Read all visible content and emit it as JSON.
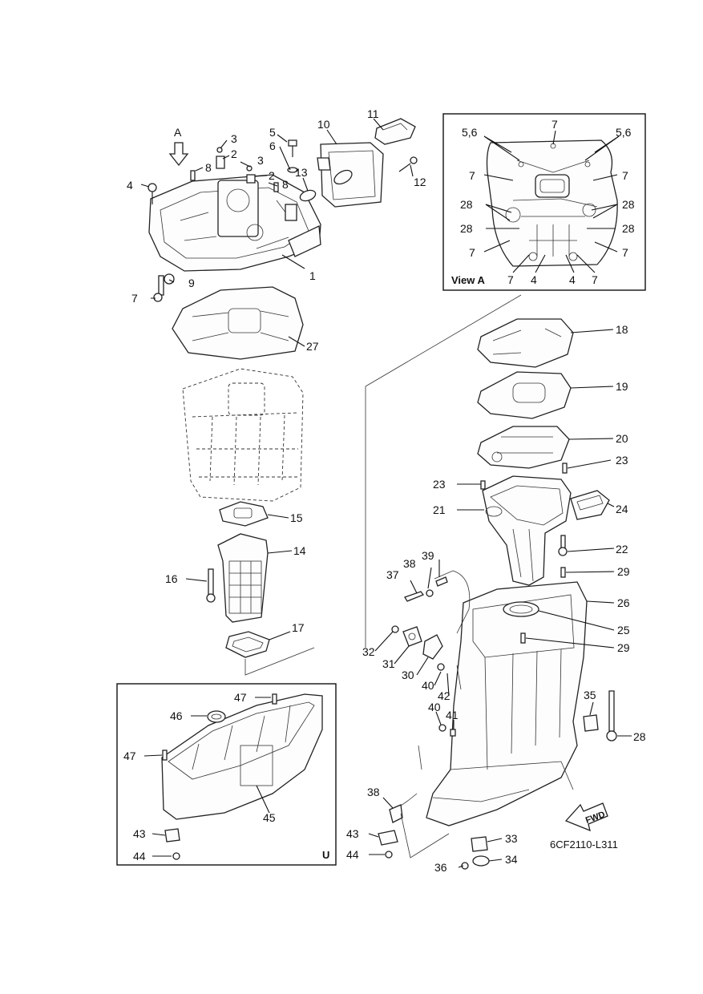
{
  "diagram": {
    "code": "6CF2110-L311",
    "view_arrow_label": "A",
    "view_label": "View A",
    "fwd_label": "FWD",
    "inset_letter": "U"
  },
  "labels": {
    "l1": "1",
    "l2a": "2",
    "l2b": "2",
    "l3a": "3",
    "l3b": "3",
    "l4": "4",
    "l5": "5",
    "l6": "6",
    "l7a": "7",
    "l8a": "8",
    "l8b": "8",
    "l9": "9",
    "l10": "10",
    "l11": "11",
    "l12": "12",
    "l13": "13",
    "l14": "14",
    "l15": "15",
    "l16": "16",
    "l17": "17",
    "l18": "18",
    "l19": "19",
    "l20": "20",
    "l21": "21",
    "l22": "22",
    "l23a": "23",
    "l23b": "23",
    "l24": "24",
    "l25": "25",
    "l26": "26",
    "l27": "27",
    "l28": "28",
    "l29a": "29",
    "l29b": "29",
    "l30": "30",
    "l31": "31",
    "l32": "32",
    "l33": "33",
    "l34": "34",
    "l35": "35",
    "l36": "36",
    "l37": "37",
    "l38a": "38",
    "l38b": "38",
    "l39": "39",
    "l40a": "40",
    "l40b": "40",
    "l41": "41",
    "l42": "42",
    "l43a": "43",
    "l43b": "43",
    "l44a": "44",
    "l44b": "44",
    "l45": "45",
    "l46": "46",
    "l47a": "47",
    "l47b": "47"
  },
  "view_a_labels": {
    "v56a": "5,6",
    "v56b": "5,6",
    "v7top": "7",
    "v7l1": "7",
    "v7r1": "7",
    "v28l1": "28",
    "v28r1": "28",
    "v28l2": "28",
    "v28r2": "28",
    "v7l2": "7",
    "v7r2": "7",
    "v7b1": "7",
    "v4a": "4",
    "v4b": "4",
    "v7b2": "7"
  }
}
